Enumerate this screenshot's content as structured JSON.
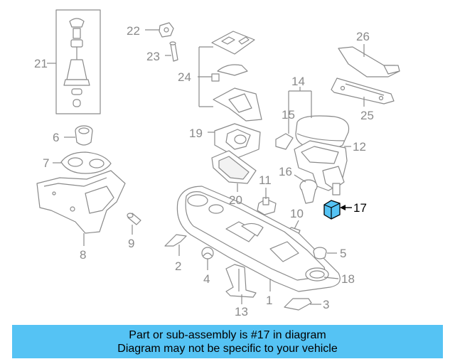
{
  "callouts": {
    "c1": "1",
    "c2": "2",
    "c3": "3",
    "c4": "4",
    "c5": "5",
    "c6": "6",
    "c7": "7",
    "c8": "8",
    "c9": "9",
    "c10": "10",
    "c11": "11",
    "c12": "12",
    "c13": "13",
    "c14": "14",
    "c15": "15",
    "c16": "16",
    "c17": "17",
    "c18": "18",
    "c19": "19",
    "c20": "20",
    "c21": "21",
    "c22": "22",
    "c23": "23",
    "c24": "24",
    "c25": "25",
    "c26": "26"
  },
  "highlight": {
    "part_number": "17",
    "color": "#55c3f4"
  },
  "banner": {
    "line1": "Part or sub-assembly is #17 in diagram",
    "line2": "Diagram may not be specific to your vehicle",
    "color": "#55c3f4"
  }
}
